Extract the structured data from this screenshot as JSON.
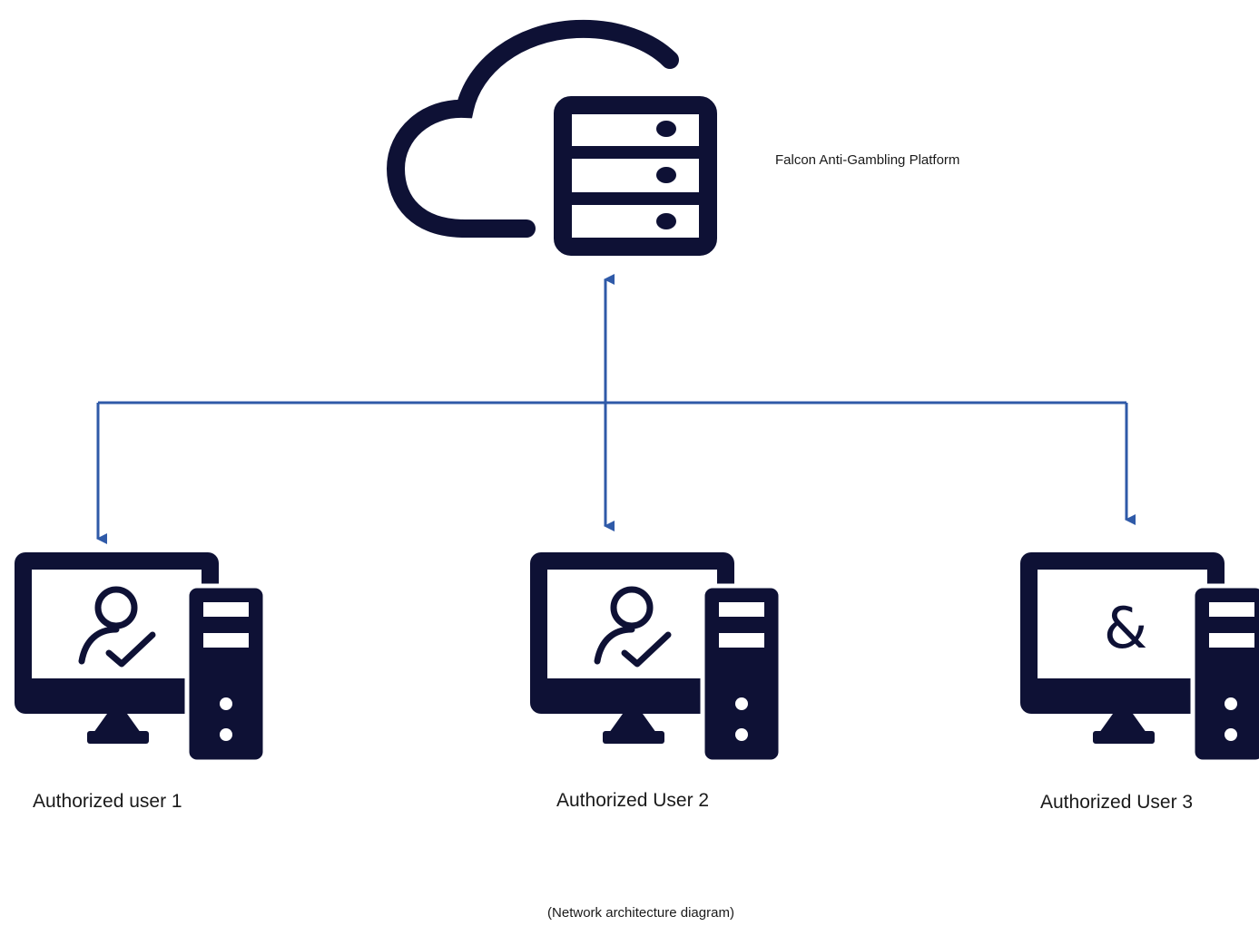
{
  "platform": {
    "label": "Falcon Anti-Gambling Platform",
    "icon": "cloud-server-icon"
  },
  "users": [
    {
      "label": "Authorized user 1",
      "icon": "user-check-icon"
    },
    {
      "label": "Authorized User 2",
      "icon": "user-check-icon"
    },
    {
      "label": "Authorized User 3",
      "icon": "ampersand-glyph",
      "glyph": "&"
    }
  ],
  "caption": "(Network architecture diagram)",
  "colors": {
    "icon": "#0e1135",
    "connector": "#2f5aa8"
  }
}
